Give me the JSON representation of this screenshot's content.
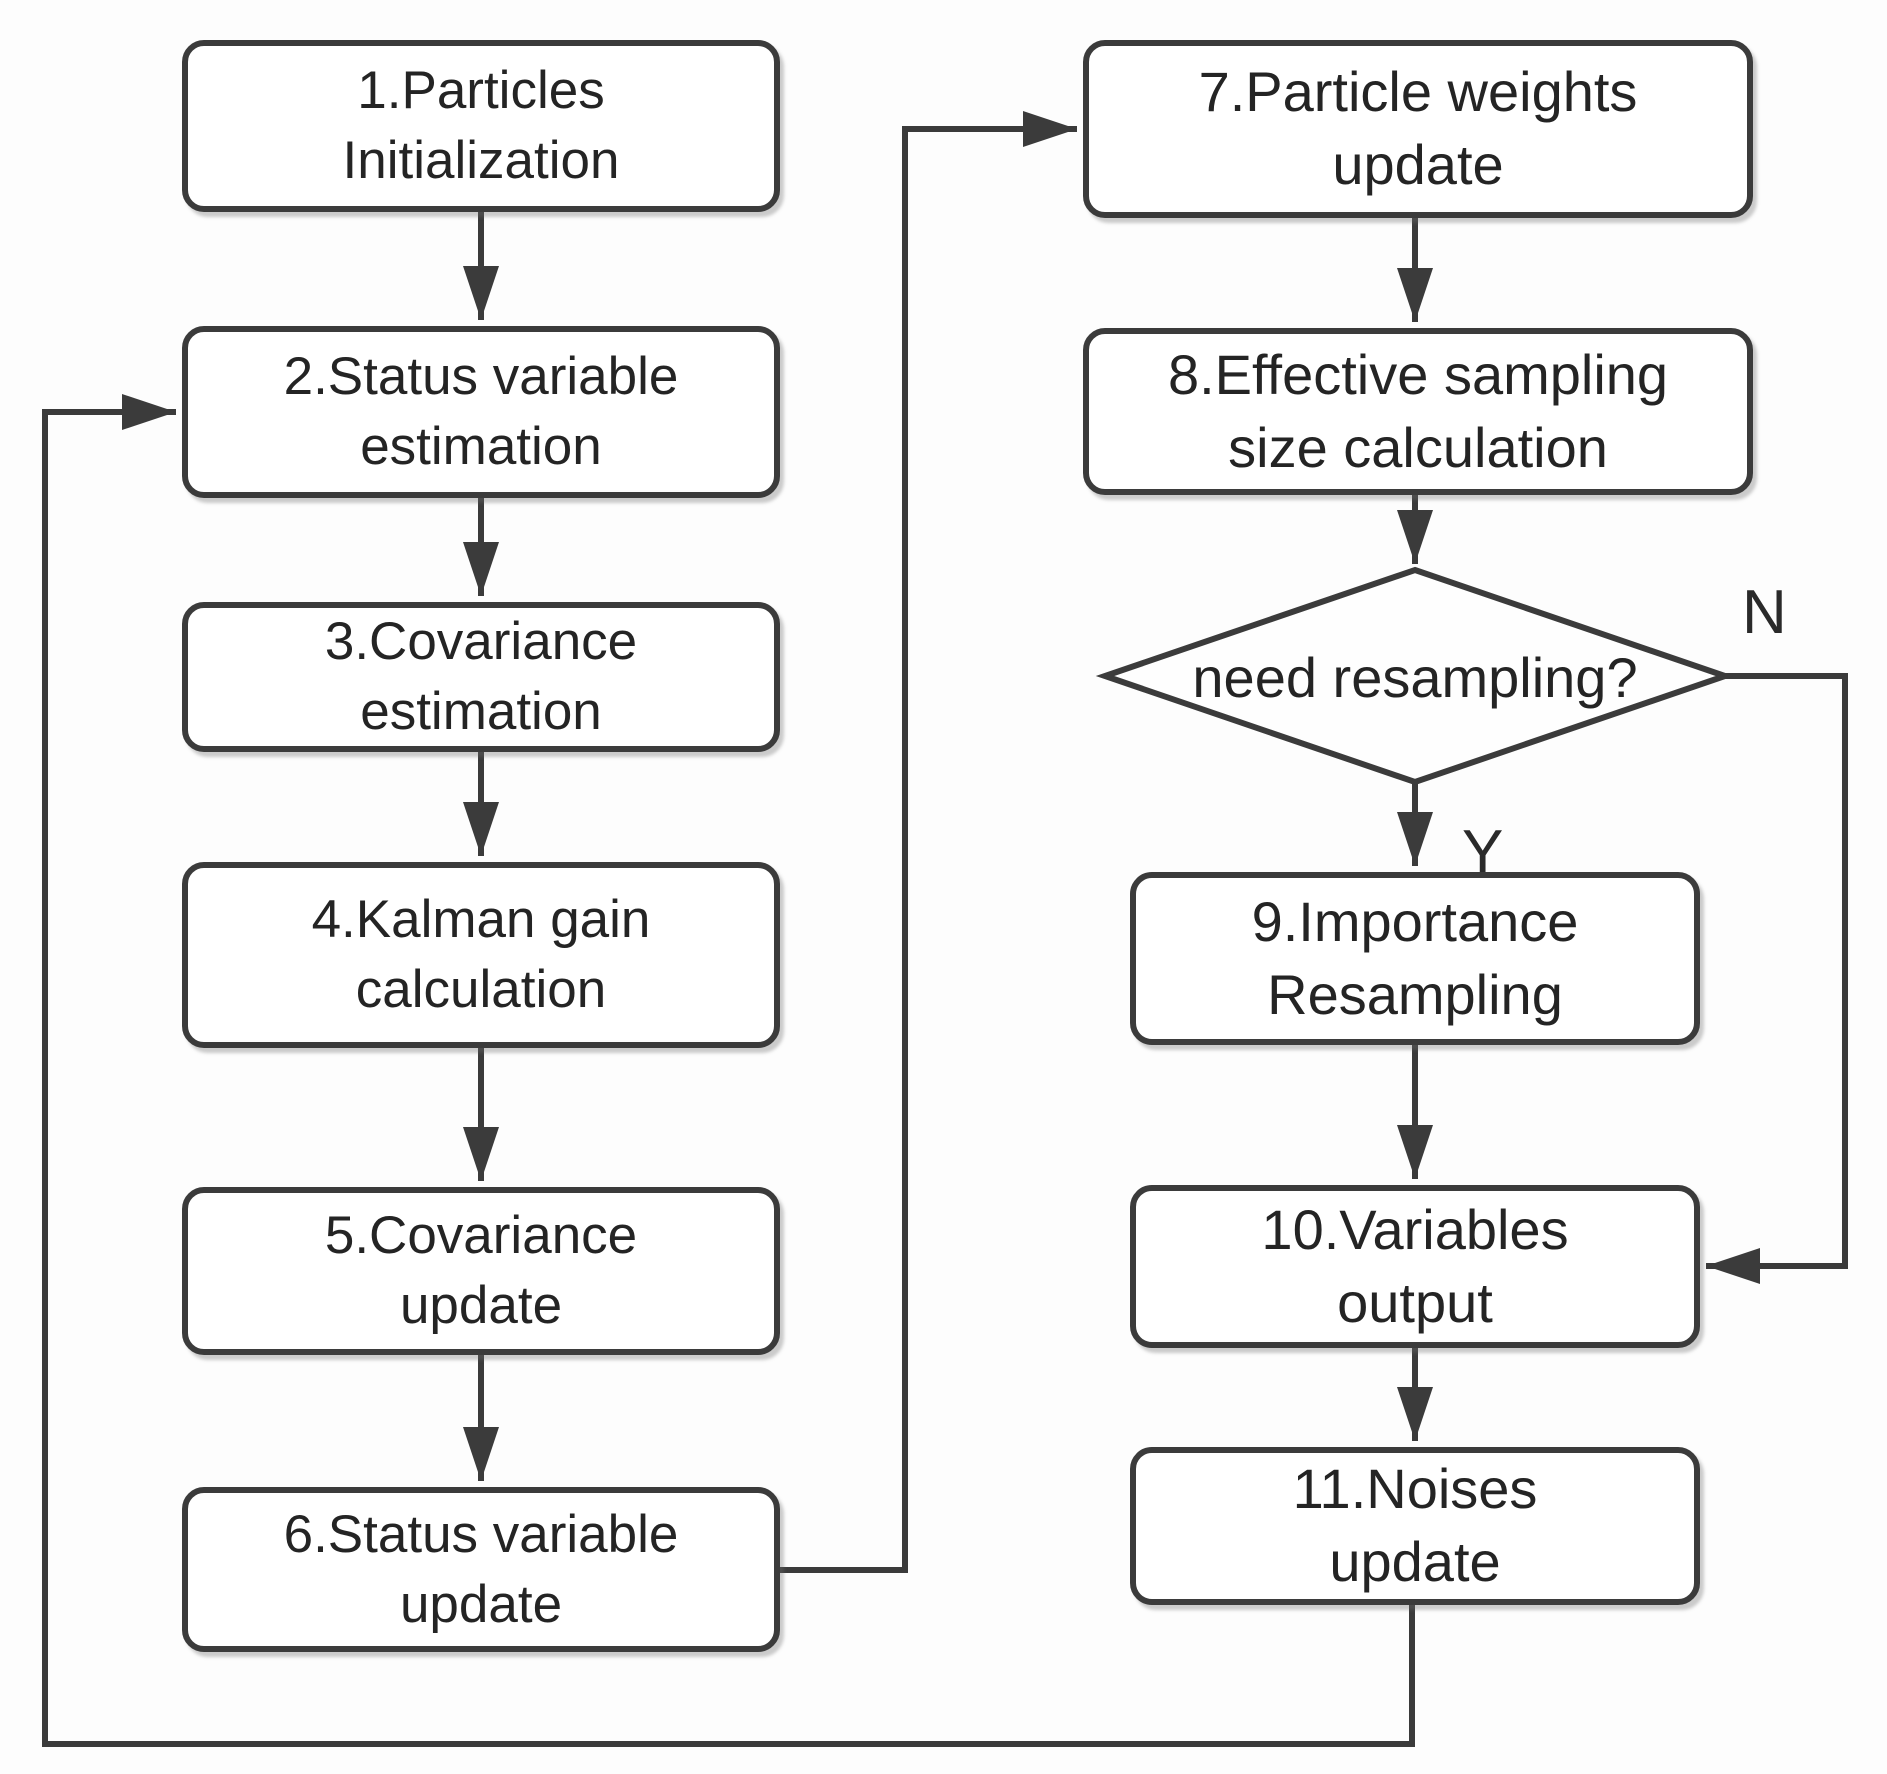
{
  "diagram": {
    "type": "flowchart",
    "nodes": {
      "n1": {
        "label": "1.Particles\nInitialization"
      },
      "n2": {
        "label": "2.Status variable\nestimation"
      },
      "n3": {
        "label": "3.Covariance\nestimation"
      },
      "n4": {
        "label": "4.Kalman gain\ncalculation"
      },
      "n5": {
        "label": "5.Covariance\nupdate"
      },
      "n6": {
        "label": "6.Status variable\nupdate"
      },
      "n7": {
        "label": "7.Particle weights\nupdate"
      },
      "n8": {
        "label": "8.Effective sampling\nsize calculation"
      },
      "d1": {
        "label": "need resampling?"
      },
      "n9": {
        "label": "9.Importance\nResampling"
      },
      "n10": {
        "label": "10.Variables\noutput"
      },
      "n11": {
        "label": "11.Noises\nupdate"
      }
    },
    "edge_labels": {
      "yes": "Y",
      "no": "N"
    },
    "colors": {
      "line": "#3b3b3b",
      "box_border": "#3b3b3b",
      "box_fill": "#ffffff",
      "text": "#242424",
      "background": "#fdfdfd"
    }
  }
}
